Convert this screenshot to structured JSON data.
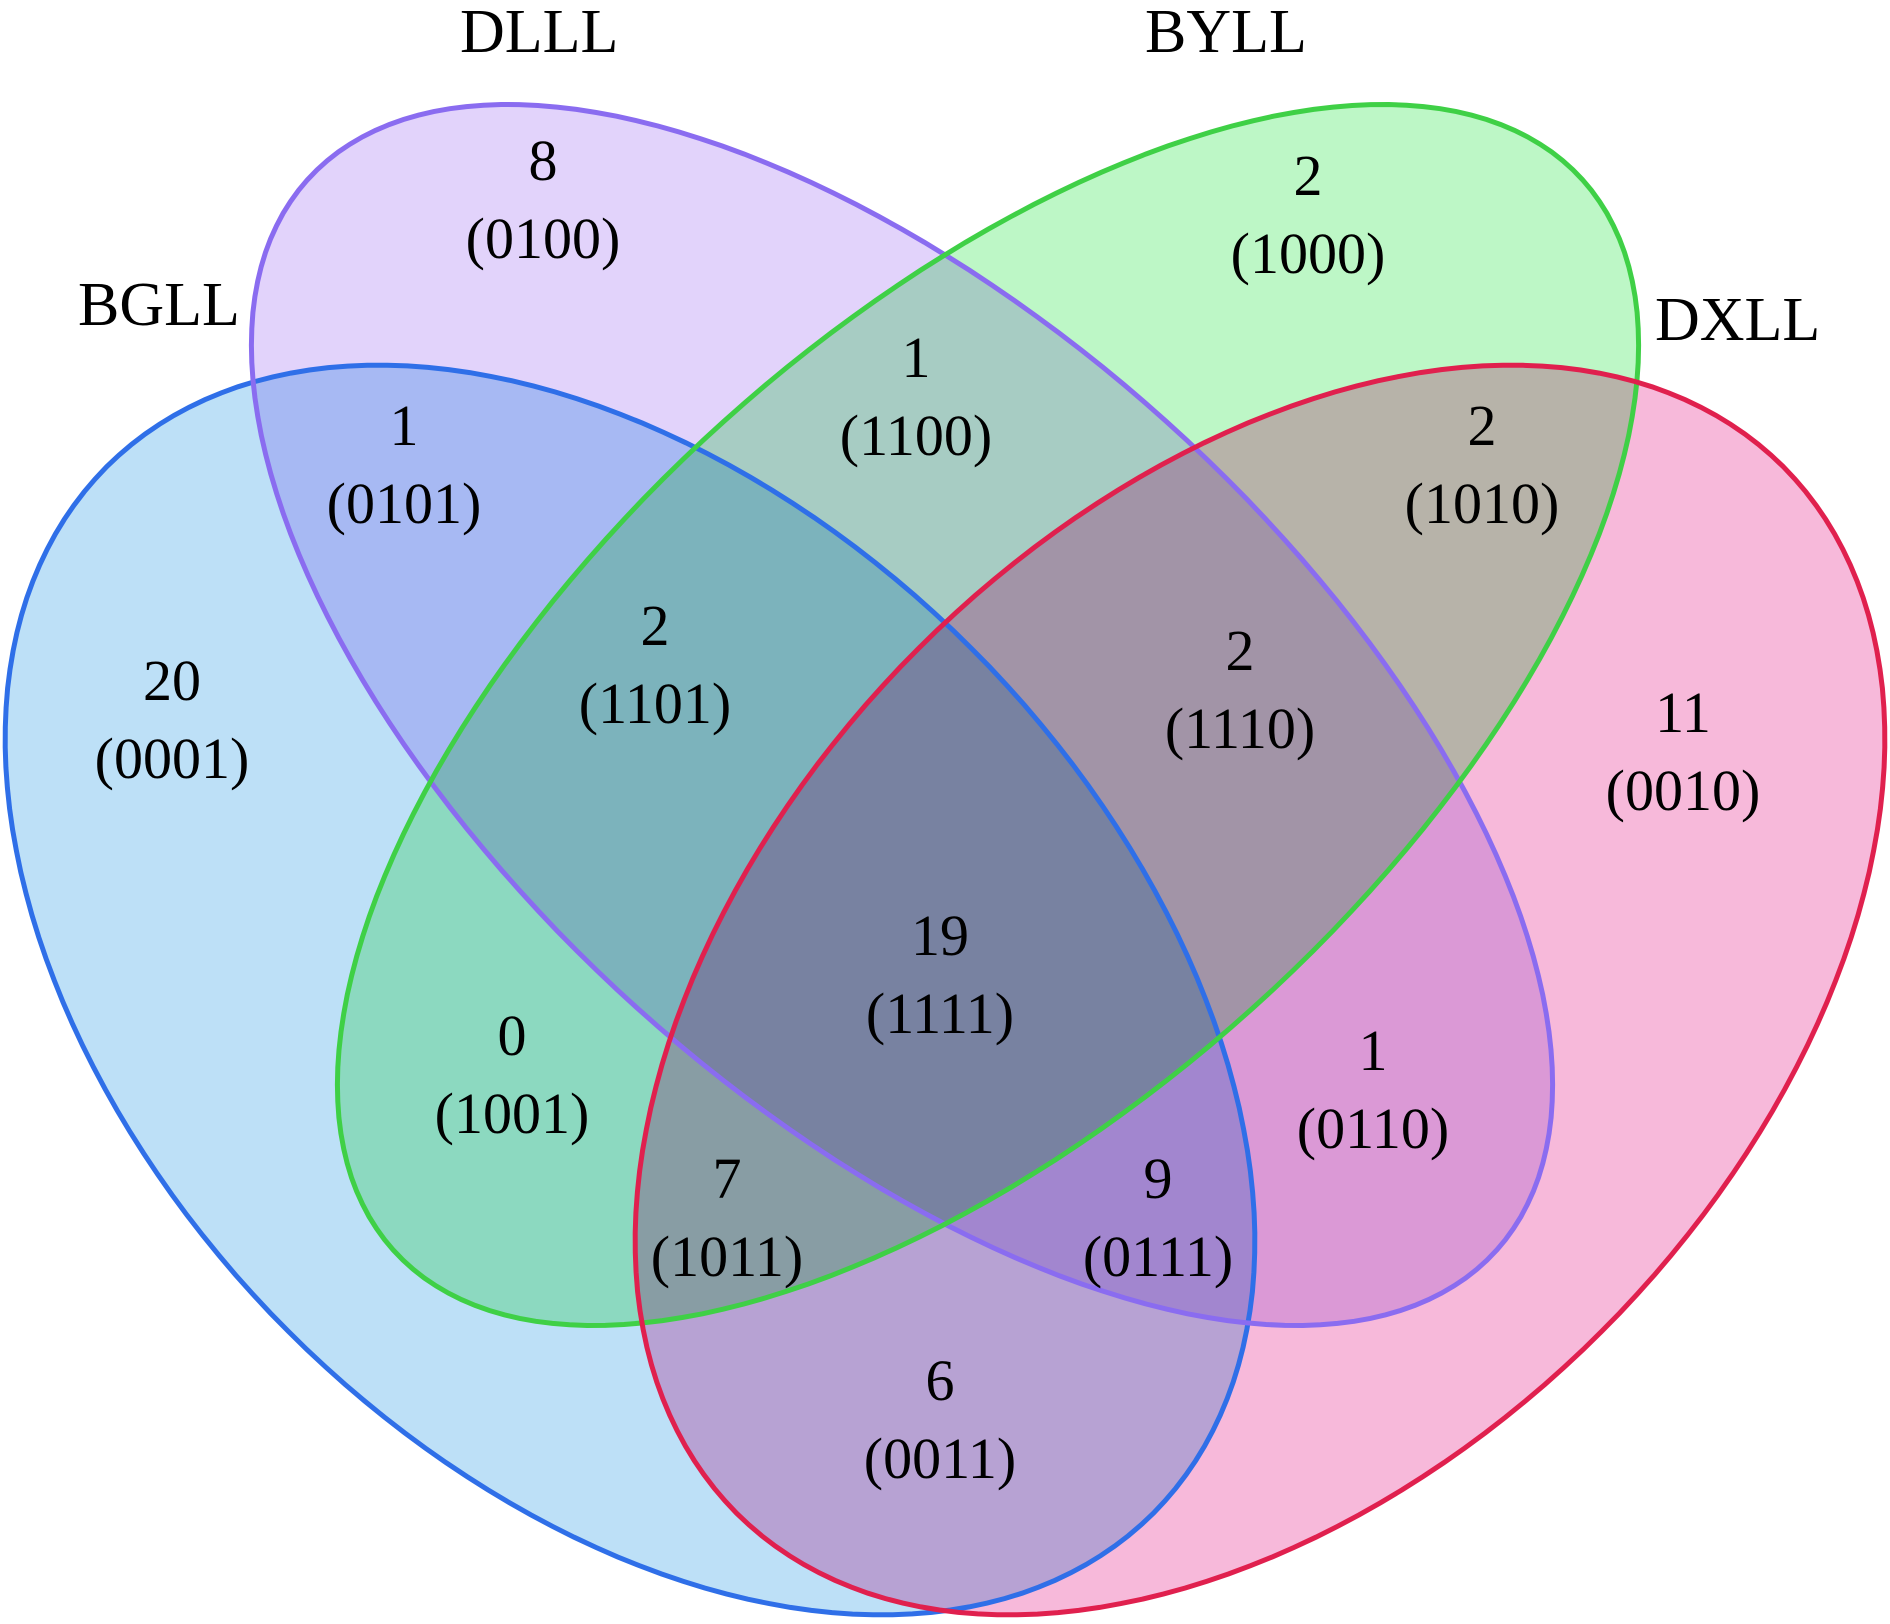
{
  "chart_data": {
    "type": "venn",
    "title": "",
    "sets": [
      {
        "id": "BGLL",
        "name": "BGLL",
        "stroke": "#2f6fe8",
        "fill": "#bde0f7"
      },
      {
        "id": "DLLL",
        "name": "DLLL",
        "stroke": "#8a6cf0",
        "fill": "#e2d3fb"
      },
      {
        "id": "BYLL",
        "name": "BYLL",
        "stroke": "#3fd046",
        "fill": "#bdf7c6"
      },
      {
        "id": "DXLL",
        "name": "DXLL",
        "stroke": "#e0204e",
        "fill": "#f7b9da"
      }
    ],
    "code_order_note": "Binary code digits in order: BYLL, DLLL, DXLL, BGLL",
    "regions": [
      {
        "code": "0100",
        "count": 8,
        "sets": [
          "DLLL"
        ]
      },
      {
        "code": "1000",
        "count": 2,
        "sets": [
          "BYLL"
        ]
      },
      {
        "code": "0001",
        "count": 20,
        "sets": [
          "BGLL"
        ]
      },
      {
        "code": "0010",
        "count": 11,
        "sets": [
          "DXLL"
        ]
      },
      {
        "code": "1100",
        "count": 1,
        "sets": [
          "BYLL",
          "DLLL"
        ]
      },
      {
        "code": "0101",
        "count": 1,
        "sets": [
          "DLLL",
          "BGLL"
        ]
      },
      {
        "code": "1010",
        "count": 2,
        "sets": [
          "BYLL",
          "DXLL"
        ]
      },
      {
        "code": "1101",
        "count": 2,
        "sets": [
          "BYLL",
          "DLLL",
          "BGLL"
        ]
      },
      {
        "code": "1110",
        "count": 2,
        "sets": [
          "BYLL",
          "DLLL",
          "DXLL"
        ]
      },
      {
        "code": "1111",
        "count": 19,
        "sets": [
          "BYLL",
          "DLLL",
          "DXLL",
          "BGLL"
        ]
      },
      {
        "code": "1001",
        "count": 0,
        "sets": [
          "BYLL",
          "BGLL"
        ]
      },
      {
        "code": "0110",
        "count": 1,
        "sets": [
          "DLLL",
          "DXLL"
        ]
      },
      {
        "code": "1011",
        "count": 7,
        "sets": [
          "BYLL",
          "DXLL",
          "BGLL"
        ]
      },
      {
        "code": "0111",
        "count": 9,
        "sets": [
          "DLLL",
          "DXLL",
          "BGLL"
        ]
      },
      {
        "code": "0011",
        "count": 6,
        "sets": [
          "DXLL",
          "BGLL"
        ]
      }
    ]
  }
}
